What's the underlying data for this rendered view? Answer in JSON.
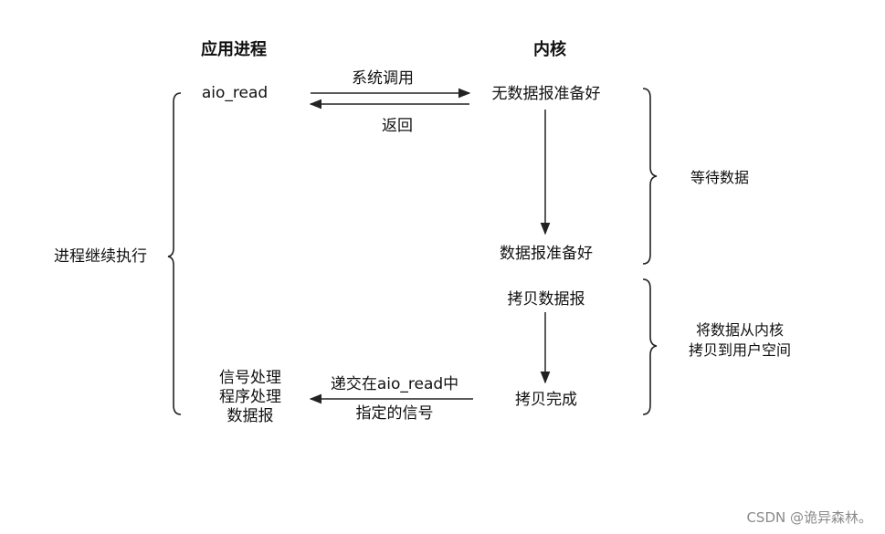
{
  "headers": {
    "app_process": "应用进程",
    "kernel": "内核"
  },
  "app": {
    "aio_read": "aio_read",
    "continue_exec": "进程继续执行",
    "signal_handler_line1": "信号处理",
    "signal_handler_line2": "程序处理",
    "signal_handler_line3": "数据报"
  },
  "messages": {
    "syscall": "系统调用",
    "return": "返回",
    "deliver_line1": "递交在aio_read中",
    "deliver_line2": "指定的信号"
  },
  "kernel": {
    "no_datagram_ready": "无数据报准备好",
    "datagram_ready": "数据报准备好",
    "copy_datagram": "拷贝数据报",
    "copy_complete": "拷贝完成"
  },
  "phases": {
    "wait_data": "等待数据",
    "copy_line1": "将数据从内核",
    "copy_line2": "拷贝到用户空间"
  },
  "watermark": "CSDN @诡异森林。"
}
